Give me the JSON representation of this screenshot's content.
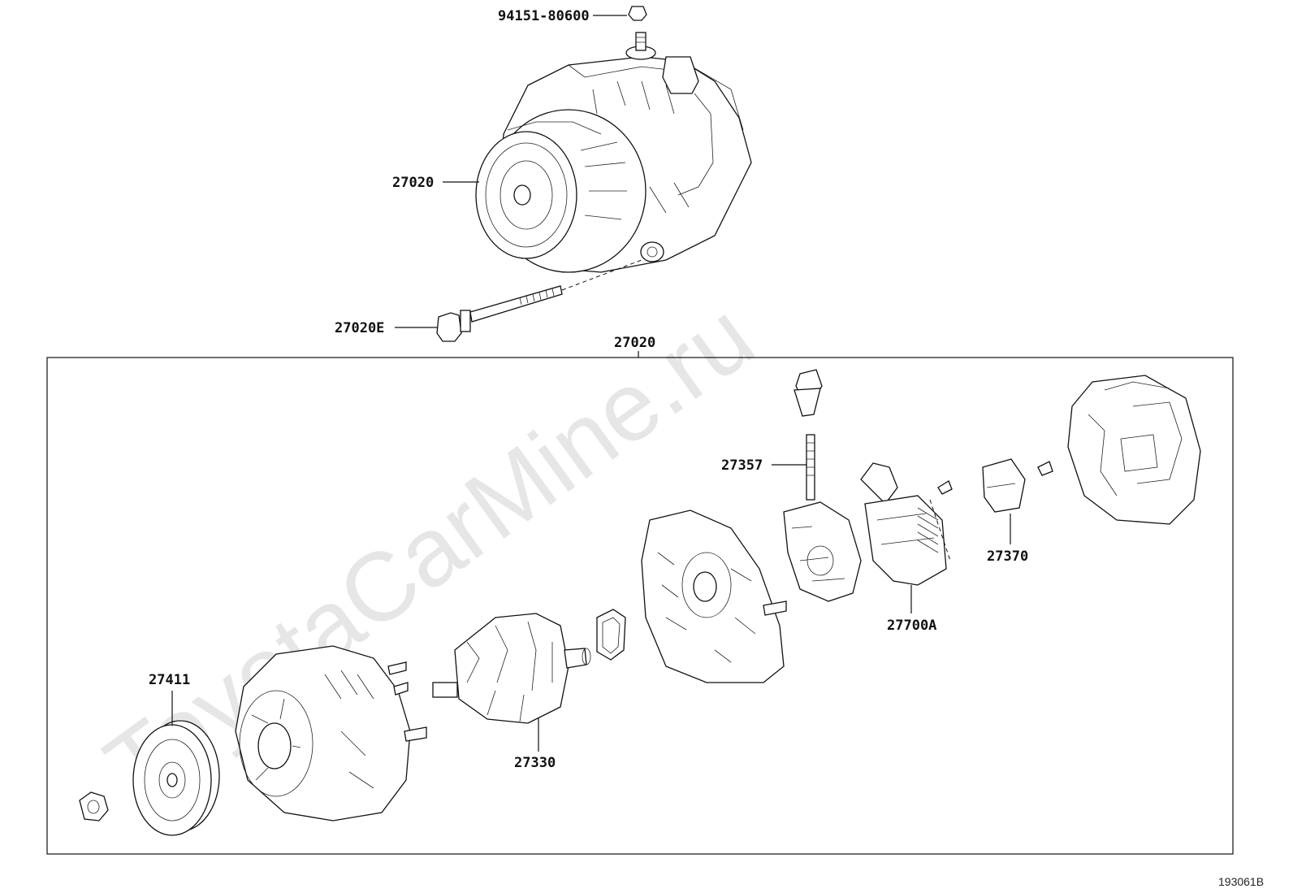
{
  "watermark": "ToyotaCarMine.ru",
  "figure_ref": "193061B",
  "labels": {
    "bolt_top": "94151-80600",
    "alternator_assy": "27020",
    "through_bolt": "27020E",
    "frame_title": "27020",
    "terminal_insulator": "27357",
    "brush_holder": "27370",
    "regulator": "27700A",
    "pulley": "27411",
    "rotor": "27330"
  }
}
